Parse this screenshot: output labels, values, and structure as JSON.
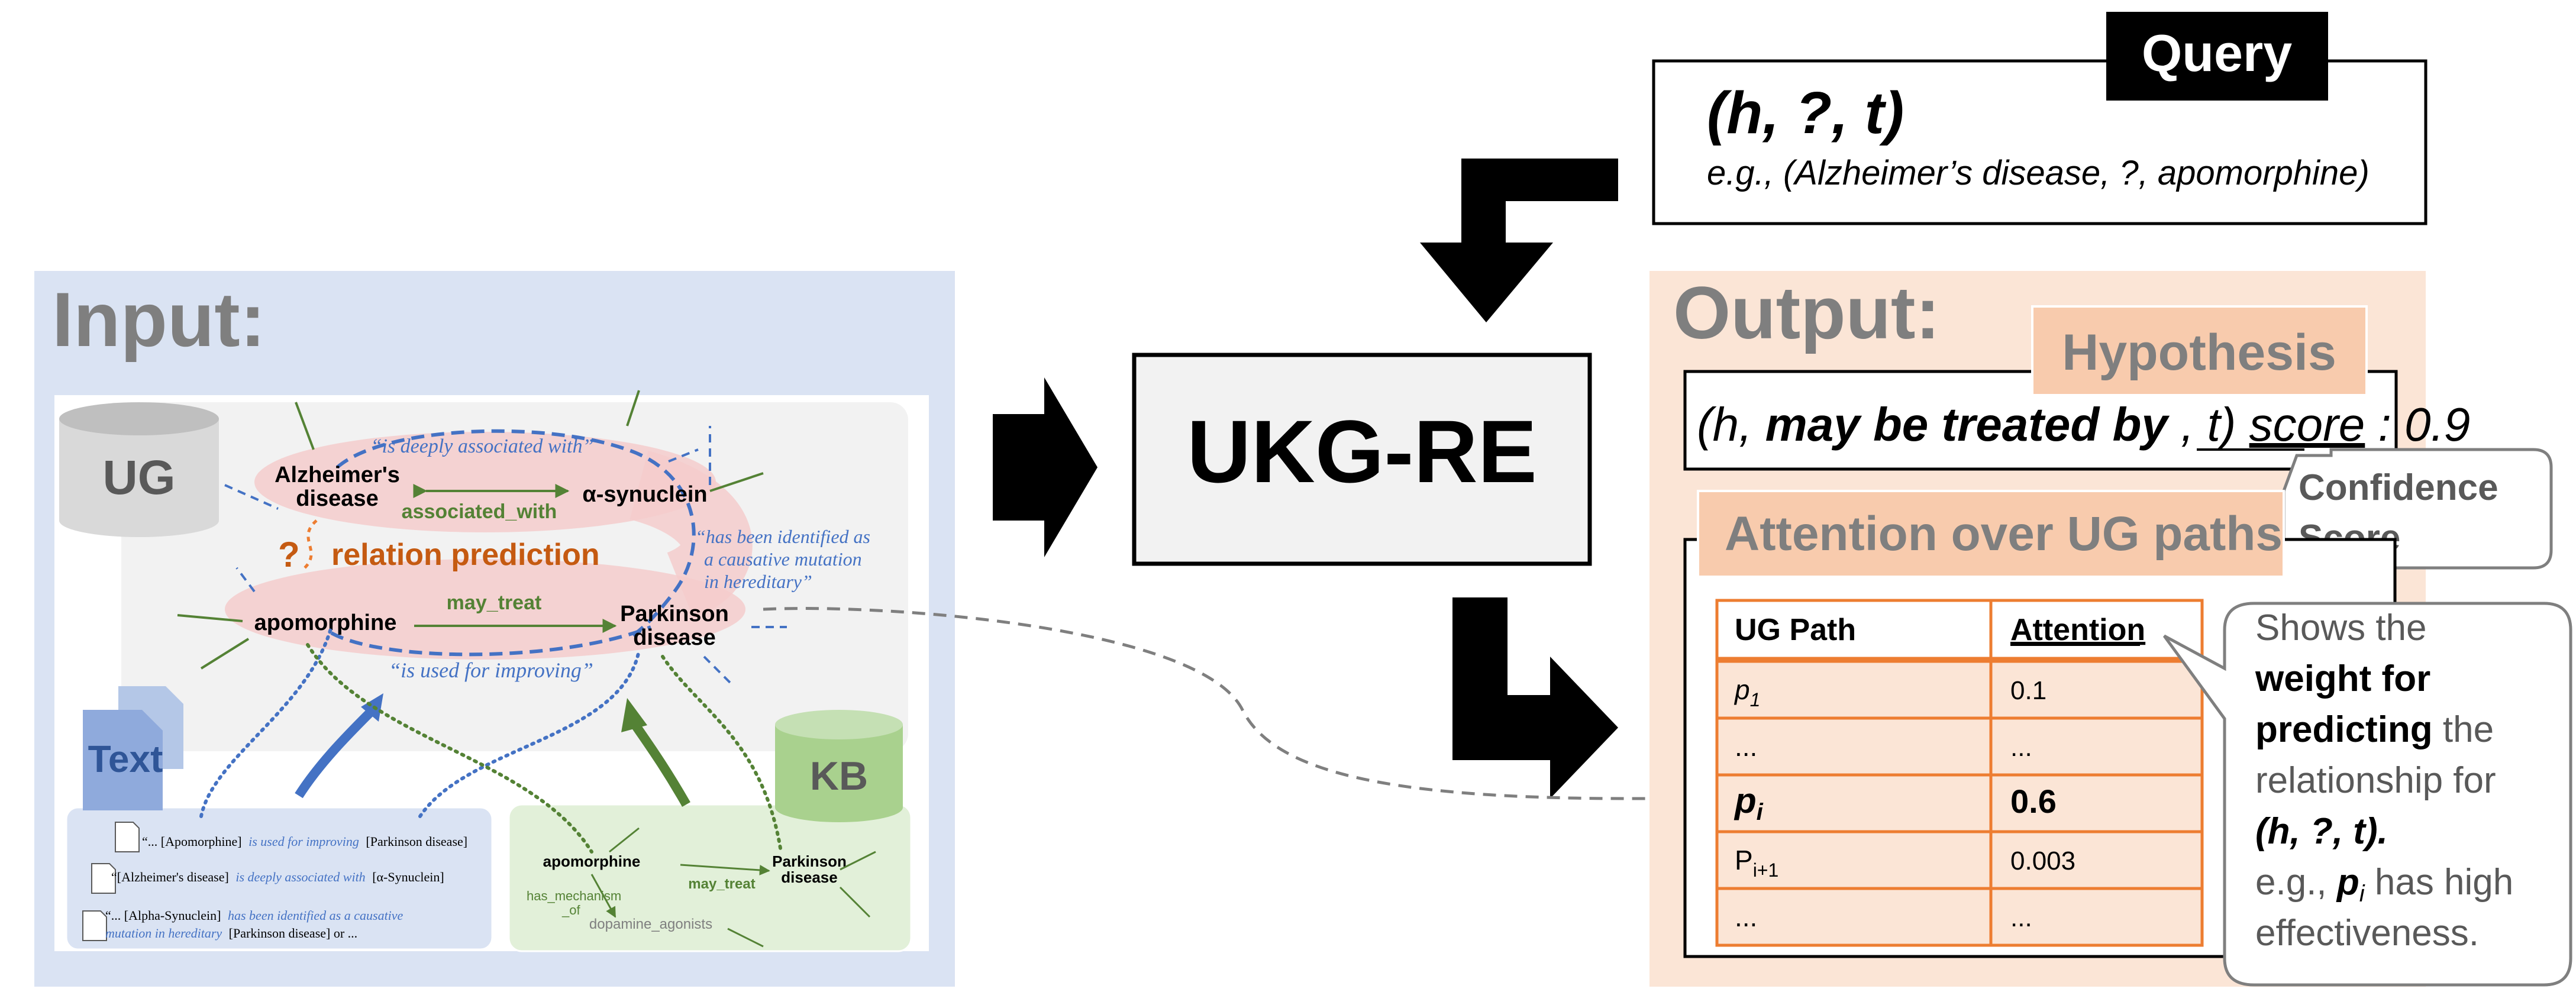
{
  "input": {
    "title": "Input:",
    "ug_label": "UG",
    "kb_label": "KB",
    "text_label": "Text",
    "question_mark": "?",
    "relation_prediction": "relation prediction",
    "graph": {
      "alzheimers_line1": "Alzheimer's",
      "alzheimers_line2": "disease",
      "synuclein": "α-synuclein",
      "apomorphine": "apomorphine",
      "parkinson_line1": "Parkinson",
      "parkinson_line2": "disease",
      "associated_with": "associated_with",
      "may_treat": "may_treat",
      "quote_deeply": "“is deeply associated with”",
      "quote_identified_1": "“has been identified as",
      "quote_identified_2": "a causative mutation",
      "quote_identified_3": "in hereditary”",
      "quote_improving": "“is used for improving”"
    },
    "text_docs": {
      "line1_pre": "“... [Apomorphine]",
      "line1_rel": "is used for improving",
      "line1_post": "[Parkinson disease]",
      "line2_pre": "“[Alzheimer's disease]",
      "line2_rel": "is deeply associated with",
      "line2_post": "[α-Synuclein]",
      "line3_pre": "“... [Alpha-Synuclein]",
      "line3_rel": "has been identified as a causative",
      "line4_rel": "mutation in hereditary",
      "line4_post": "[Parkinson disease] or ..."
    },
    "kb_graph": {
      "apomorphine": "apomorphine",
      "parkinson_line1": "Parkinson",
      "parkinson_line2": "disease",
      "may_treat": "may_treat",
      "has_mechanism_1": "has_mechanism",
      "has_mechanism_2": "_of",
      "dopamine": "dopamine_agonists"
    }
  },
  "model": {
    "label": "UKG-RE"
  },
  "query": {
    "tab": "Query",
    "triple": "(h, ?, t)",
    "example": "e.g., (Alzheimer’s disease, ?, apomorphine)"
  },
  "output": {
    "title": "Output:",
    "hypothesis_tab": "Hypothesis",
    "hypothesis": {
      "open": "(h, ",
      "relation": "may be treated by",
      "mid": ", t) ",
      "score_word": "score",
      "score_value": ": 0.9"
    },
    "confidence_line1": "Confidence",
    "confidence_line2": "Score",
    "attention_tab": "Attention over UG paths",
    "table": {
      "headers": [
        "UG Path",
        "Attention"
      ],
      "rows": [
        {
          "path": "p",
          "sub": "1",
          "value": "0.1",
          "bold": false,
          "italic": true
        },
        {
          "path": "...",
          "sub": "",
          "value": "...",
          "bold": false,
          "italic": false
        },
        {
          "path": "p",
          "sub": "i",
          "value": "0.6",
          "bold": true,
          "italic": true
        },
        {
          "path": "P",
          "sub": "i+1",
          "value": "0.003",
          "bold": false,
          "italic": false
        },
        {
          "path": "...",
          "sub": "",
          "value": "...",
          "bold": false,
          "italic": false
        }
      ]
    },
    "callout": {
      "l1": "Shows the",
      "l2": "weight for",
      "l3_bold": "predicting",
      "l3_rest": " the",
      "l4": "relationship for",
      "l5": "(h, ?, t).",
      "l6_pre": "e.g., ",
      "l6_p": "p",
      "l6_sub": "i",
      "l6_post": " has high",
      "l7": "effectiveness."
    }
  },
  "colors": {
    "input_bg": "#dae3f3",
    "inner_panel": "#f2f2f2",
    "text_panel": "#dae3f3",
    "kb_panel": "#e2f0d9",
    "kb_cylinder": "#a9d18e",
    "output_bg": "#fbe5d6",
    "tab_orange": "#f8cbad",
    "table_border": "#ed7d31",
    "relation_orange": "#c55a11",
    "text_blue": "#4472c4",
    "green": "#548235",
    "highlight": "#f4cccc"
  }
}
